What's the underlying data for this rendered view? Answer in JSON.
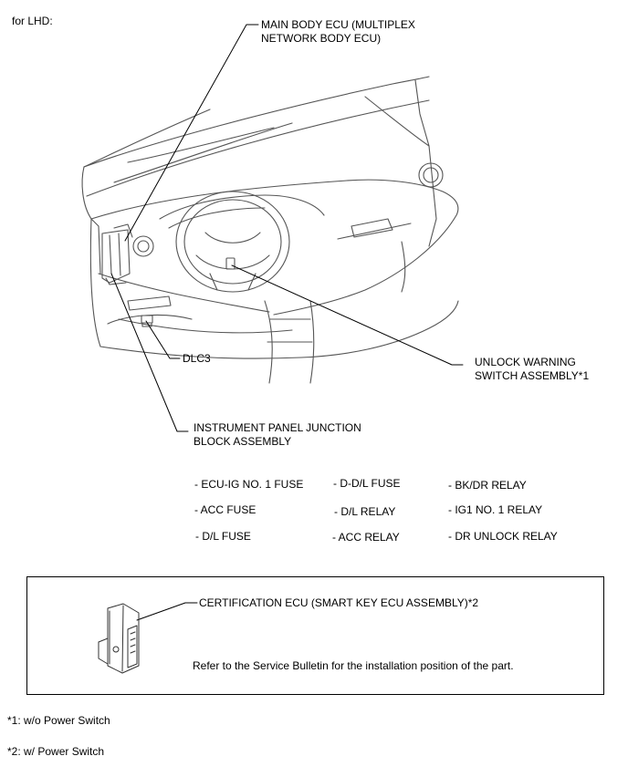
{
  "heading": "for LHD:",
  "callouts": {
    "main_body_ecu": "MAIN BODY ECU (MULTIPLEX\nNETWORK BODY ECU)",
    "dlc3": "DLC3",
    "unlock_warning": "UNLOCK WARNING\nSWITCH ASSEMBLY*1",
    "junction_block": "INSTRUMENT PANEL JUNCTION\nBLOCK ASSEMBLY"
  },
  "junction_items": {
    "col1": [
      "- ECU-IG NO. 1 FUSE",
      "- ACC FUSE",
      "- D/L FUSE"
    ],
    "col2": [
      "- D-D/L FUSE",
      "- D/L RELAY",
      "- ACC RELAY"
    ],
    "col3": [
      "- BK/DR RELAY",
      "- IG1 NO. 1 RELAY",
      "- DR UNLOCK RELAY"
    ]
  },
  "note_box": {
    "label": "CERTIFICATION ECU (SMART KEY ECU ASSEMBLY)*2",
    "text": "Refer to the Service Bulletin for the installation position of the part."
  },
  "footnotes": [
    "*1: w/o Power Switch",
    "*2: w/ Power Switch"
  ]
}
